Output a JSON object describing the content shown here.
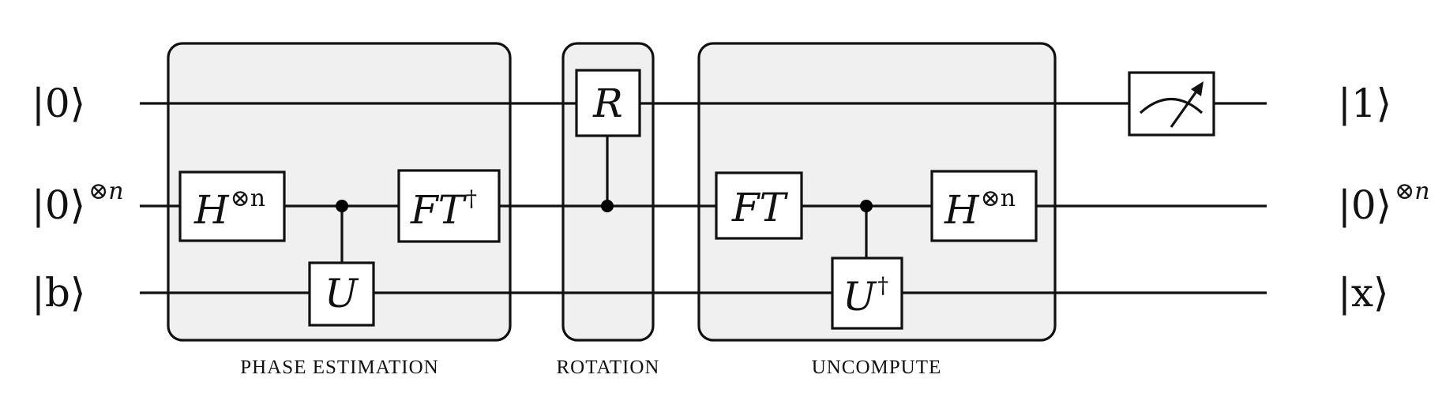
{
  "inputs": {
    "q0": "|0⟩",
    "q1": "|0⟩",
    "q1_sup": "⊗n",
    "q2": "|b⟩"
  },
  "outputs": {
    "q0": "|1⟩",
    "q1": "|0⟩",
    "q1_sup": "⊗n",
    "q2": "|x⟩"
  },
  "stages": {
    "phase_estimation": "PHASE ESTIMATION",
    "rotation": "ROTATION",
    "uncompute": "UNCOMPUTE"
  },
  "gates": {
    "hadamard": "H",
    "hadamard_sup": "⊗n",
    "unitary": "U",
    "ft_dagger": "FT",
    "dagger": "†",
    "rotation": "R",
    "ft": "FT",
    "u_dagger": "U",
    "hadamard2": "H",
    "hadamard2_sup": "⊗n"
  },
  "measurement": "meter-icon",
  "colors": {
    "stage_fill": "#f0f0f0",
    "line": "#111111"
  }
}
